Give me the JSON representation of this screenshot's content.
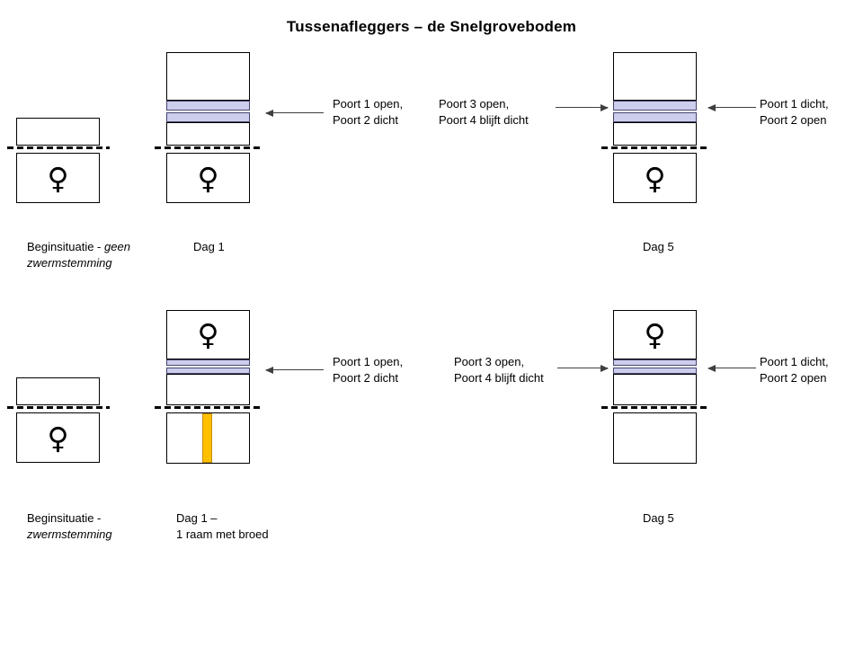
{
  "title": "Tussenafleggers – de Snelgrovebodem",
  "queen_symbol": "♀",
  "colors": {
    "board": "#cdcdec",
    "brood_frame": "#ffc000"
  },
  "row1": {
    "annotations": {
      "left": "Poort 1 open,\nPoort 2 dicht",
      "middle": "Poort 3 open,\nPoort 4 blijft dicht",
      "right": "Poort 1 dicht,\nPoort 2 open"
    },
    "captions": {
      "start_normal": "Beginsituatie - ",
      "start_italic": "geen zwermstemming",
      "day1": "Dag 1",
      "day5": "Dag 5"
    }
  },
  "row2": {
    "annotations": {
      "left": "Poort 1 open,\nPoort 2 dicht",
      "middle": "Poort 3 open,\nPoort 4 blijft dicht",
      "right": "Poort 1 dicht,\nPoort 2 open"
    },
    "captions": {
      "start_normal": "Beginsituatie - ",
      "start_italic": "zwermstemming",
      "day1": "Dag 1 –\n1 raam met broed",
      "day5": "Dag 5"
    }
  }
}
